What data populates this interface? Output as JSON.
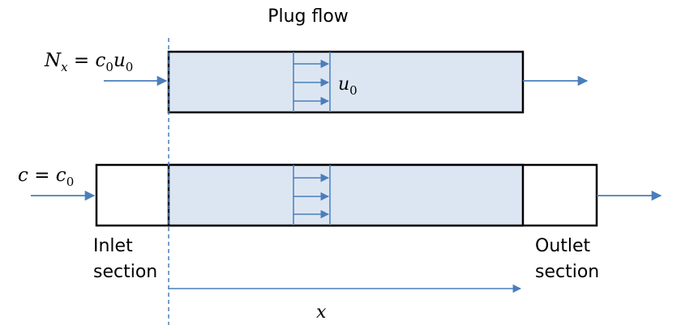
{
  "title": "Plug flow",
  "flux_label": {
    "main": "N",
    "sub": "x",
    "eq": " = ",
    "c": "c",
    "c_sub": "0",
    "u": "u",
    "u_sub": "0"
  },
  "conc_label": {
    "c": "c",
    "eq": " = ",
    "c0": "c",
    "c0_sub": "0"
  },
  "velocity_label": {
    "u": "u",
    "u_sub": "0"
  },
  "inlet_label": [
    "Inlet",
    "section"
  ],
  "outlet_label": [
    "Outlet",
    "section"
  ],
  "x_label": "x",
  "colors": {
    "fill": "#dce6f2",
    "arrow": "#4a7ebb",
    "stroke": "#000000"
  }
}
